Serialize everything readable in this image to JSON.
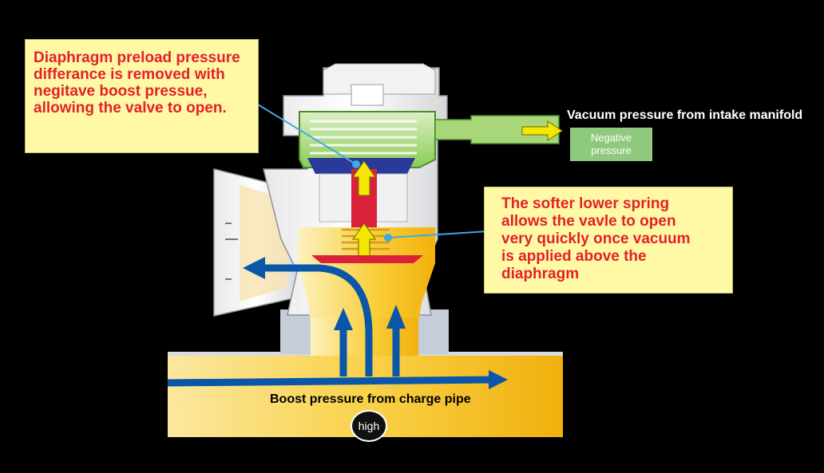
{
  "callouts": {
    "diaphragm": [
      "Diaphragm preload pressure",
      "differance is removed with",
      "negitave boost pressue,",
      "allowing the valve to open."
    ],
    "spring": [
      "The softer lower spring",
      "allows the vavle to open",
      "very quickly once vacuum",
      "is applied above the",
      "diaphragm"
    ]
  },
  "labels": {
    "vacuum": "Vacuum pressure from intake manifold",
    "negative": [
      "Negative",
      "pressure"
    ],
    "boost": "Boost pressure from charge pipe",
    "high": "high",
    "ghost": "ssure"
  },
  "colors": {
    "callout_bg": "#fff9a6",
    "callout_text": "#e4202a",
    "arrow_blue": "#0a56a8",
    "arrow_yellow": "#f5e800",
    "boost_yellow": "#f6c21c",
    "spring_green": "#7cc24a",
    "piston_red": "#d9223a",
    "diaphragm_blue": "#2a3a9a",
    "negative_green": "#8fc97e",
    "leader_line": "#3fa9e0"
  }
}
